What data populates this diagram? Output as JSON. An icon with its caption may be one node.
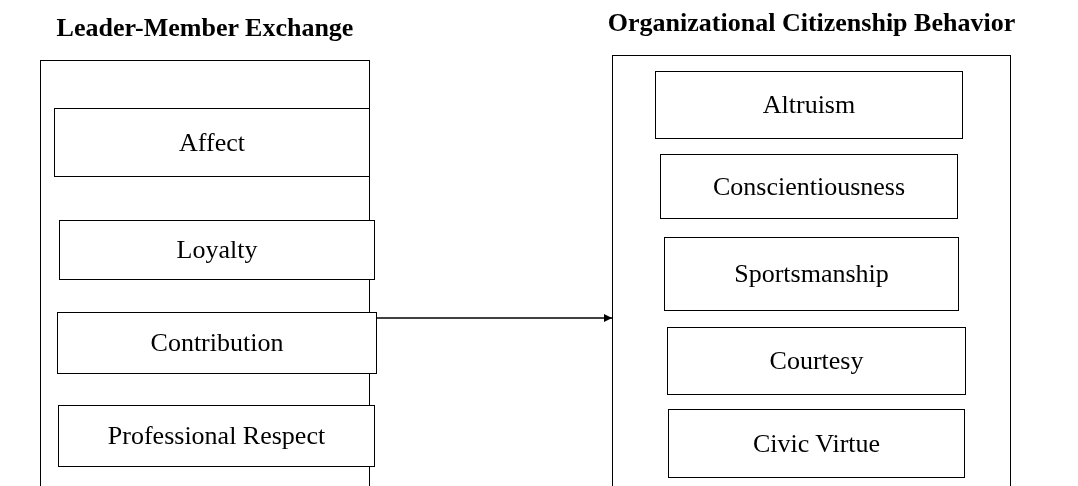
{
  "diagram": {
    "nodes": [
      {
        "text": [
          "Leader-Member Exchange"
        ]
      },
      {
        "text": [
          "Affect"
        ],
        "in": 0
      },
      {
        "text": [
          "Loyalty"
        ],
        "in": 0
      },
      {
        "text": [
          "Contribution"
        ],
        "in": 0
      },
      {
        "text": [
          "Professional Respect"
        ],
        "in": 0
      },
      {
        "text": [
          "Organizational Citizenship Behavior"
        ]
      },
      {
        "text": [
          "Altruism"
        ],
        "in": 5
      },
      {
        "text": [
          "Conscientiousness"
        ],
        "in": 5
      },
      {
        "text": [
          "Sportsmanship"
        ],
        "in": 5
      },
      {
        "text": [
          "Courtesy"
        ],
        "in": 5
      },
      {
        "text": [
          "Civic Virtue"
        ],
        "in": 5
      }
    ],
    "edges": [
      {
        "from": 0,
        "to": 5,
        "arrow": "to"
      }
    ]
  }
}
